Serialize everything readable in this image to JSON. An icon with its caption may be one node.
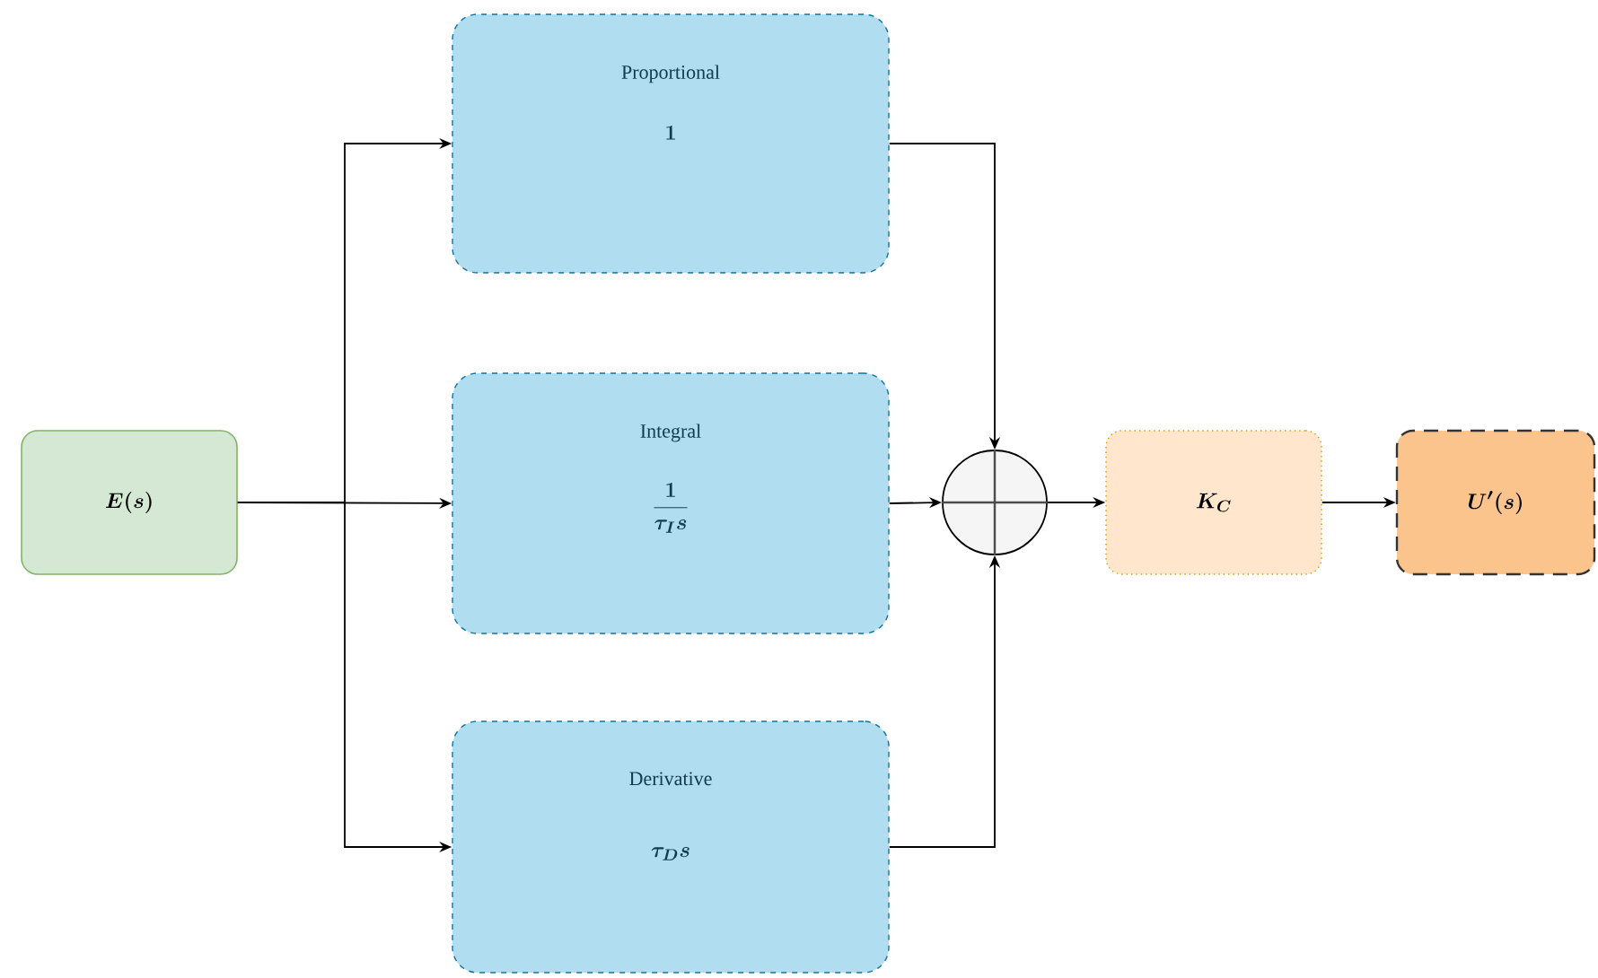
{
  "diagram": {
    "nodes": [
      {
        "text": [
          "E(s)"
        ]
      },
      {
        "text": [
          "Proportional",
          "1"
        ]
      },
      {
        "text": [
          "Integral",
          "\\frac{1}{\\tau_I s}"
        ]
      },
      {
        "text": [
          "Derivative",
          "\\tau_D s"
        ]
      },
      {
        "text": [],
        "shape": "circle"
      },
      {
        "text": [
          "K_C"
        ]
      },
      {
        "text": [
          "U'(s)"
        ]
      }
    ],
    "edges": [
      {
        "from": 0,
        "to": 1,
        "arrow": "to"
      },
      {
        "from": 0,
        "to": 2,
        "arrow": "to"
      },
      {
        "from": 0,
        "to": 3,
        "arrow": "to"
      },
      {
        "from": 1,
        "to": 4,
        "arrow": "to"
      },
      {
        "from": 2,
        "to": 4,
        "arrow": "to"
      },
      {
        "from": 3,
        "to": 4,
        "arrow": "to"
      },
      {
        "from": 4,
        "to": 5,
        "arrow": "to"
      },
      {
        "from": 5,
        "to": 6,
        "arrow": "to"
      }
    ]
  }
}
